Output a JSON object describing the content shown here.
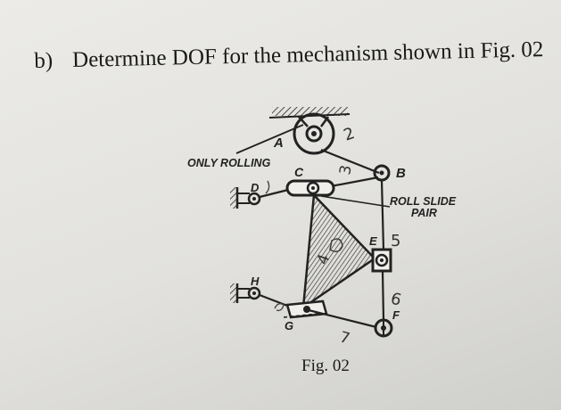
{
  "question": {
    "number": "b)",
    "text": "Determine DOF for the mechanism shown in Fig. 02"
  },
  "figure": {
    "caption": "Fig. 02",
    "labels": {
      "A": "A",
      "B": "B",
      "C": "C",
      "D": "D",
      "E": "E",
      "F": "F",
      "G": "G",
      "H": "H",
      "only_rolling": "ONLY ROLLING",
      "roll_slide_1": "ROLL SLIDE",
      "roll_slide_2": "PAIR"
    },
    "handwritten_link_numbers": [
      "2",
      "3",
      "4",
      "5",
      "6",
      "7"
    ]
  }
}
